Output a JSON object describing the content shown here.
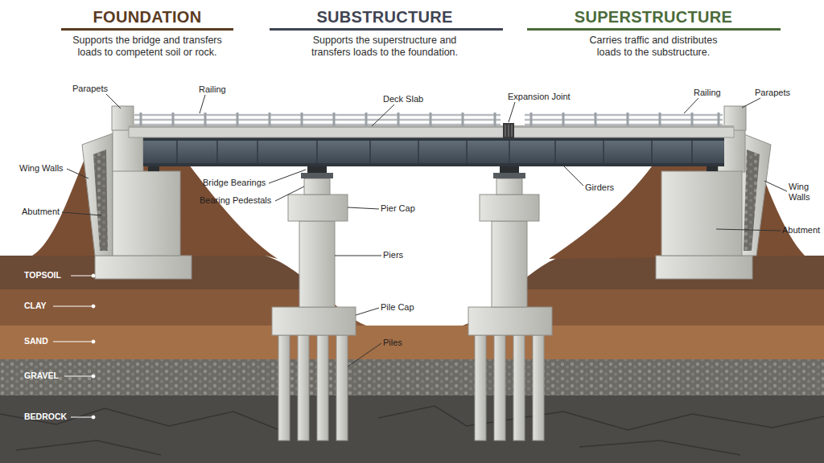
{
  "diagram": {
    "labels": [
      "FOUNDATION",
      "Supports the bridge and transfers loads to competent soil or rock.",
      "SUBSTRUCTURE",
      "Supports the superstructure and transfers loads to the foundation.",
      "SUPERSTRUCTURE",
      "Carries traffic and distributes loads to the substructure.",
      "Parapets",
      "Railing",
      "Deck Slab",
      "Expansion Joint",
      "Railing",
      "Parapets",
      "Wing Walls",
      "Bridge Bearings",
      "Girders",
      "Wing Walls",
      "Bearing Pedestals",
      "Pier Cap",
      "Abutment",
      "Abutment",
      "Piers",
      "TOPSOIL",
      "CLAY",
      "Pile Cap",
      "SAND",
      "Piles",
      "GRAVEL",
      "BEDROCK"
    ]
  }
}
